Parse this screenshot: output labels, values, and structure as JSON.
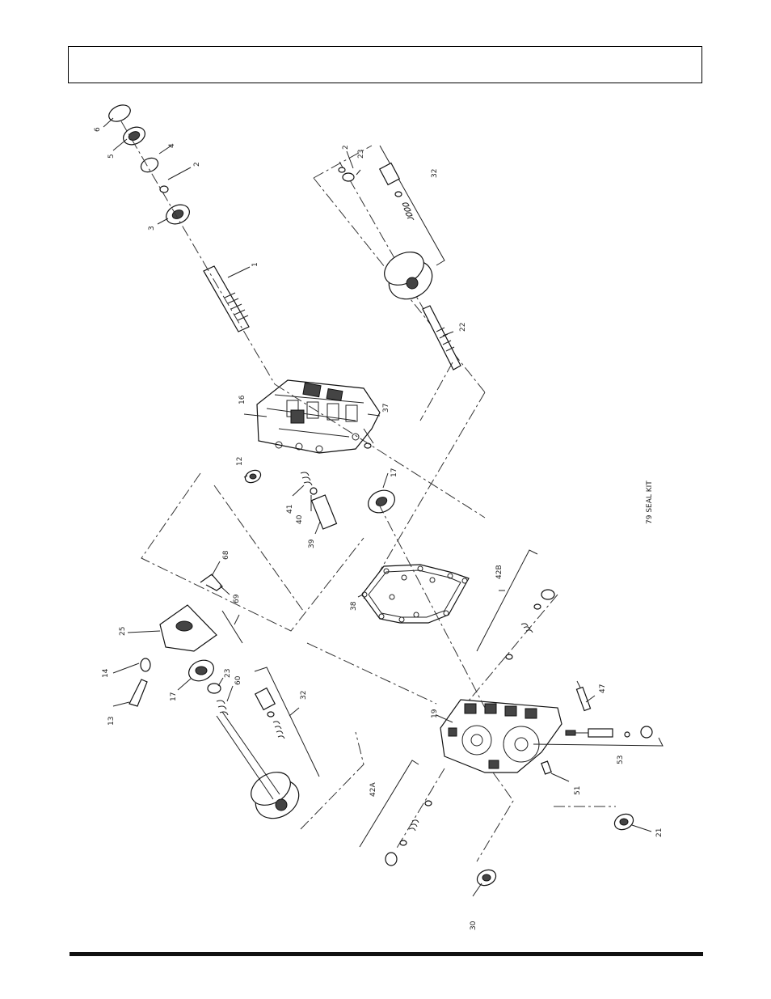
{
  "header": {
    "title": ""
  },
  "labels": {
    "p1": "1",
    "p2a": "2",
    "p2b": "2",
    "p3": "3",
    "p4": "4",
    "p5": "5",
    "p6": "6",
    "p12": "12",
    "p13": "13",
    "p14": "14",
    "p16": "16",
    "p17a": "17",
    "p17b": "17",
    "p19": "19",
    "p21": "21",
    "p22": "22",
    "p23a": "23",
    "p23b": "23",
    "p25": "25",
    "p30": "30",
    "p32a": "32",
    "p32b": "32",
    "p37": "37",
    "p38": "38",
    "p39": "39",
    "p40": "40",
    "p41": "41",
    "p42A": "42A",
    "p42B": "42B",
    "p47": "47",
    "p51": "51",
    "p53": "53",
    "p60": "60",
    "p68": "68",
    "p69": "69",
    "p79": "79  SEAL KIT"
  }
}
